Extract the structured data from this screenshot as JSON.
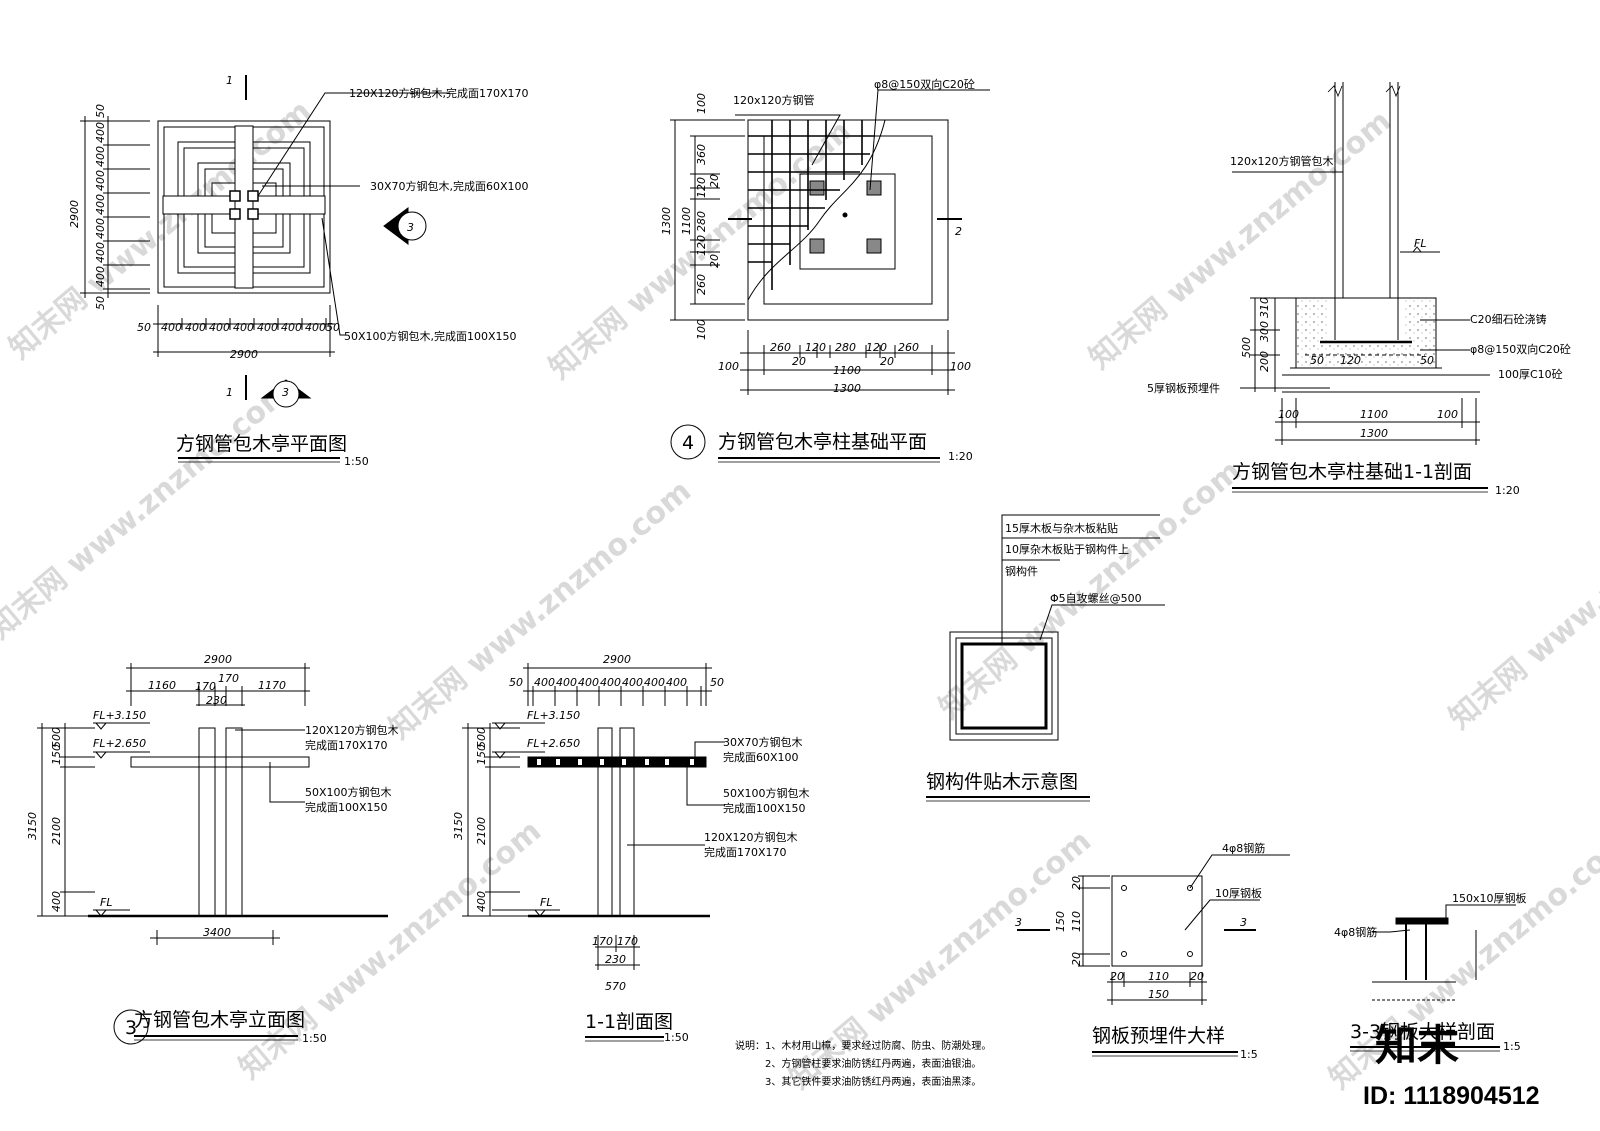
{
  "plan": {
    "title": "方钢管包木亭平面图",
    "scale": "1:50",
    "label_main_post": "120X120方钢包木,完成面170X170",
    "label_purlin": "30X70方钢包木,完成面60X100",
    "label_beam": "50X100方钢包木,完成面100X150",
    "dim_total": "2900",
    "dim_end": "50",
    "dim_unit": "400",
    "section_mark": "1",
    "elev_mark": "3"
  },
  "found_plan": {
    "number": "4",
    "title": "方钢管包木亭柱基础平面",
    "scale": "1:20",
    "label_tube": "120x120方钢管",
    "label_rebar": "φ8@150双向C20砼",
    "mark": "2",
    "dims_h": [
      "100",
      "260",
      "20",
      "120",
      "280",
      "120",
      "20",
      "260",
      "100",
      "1100",
      "1300"
    ],
    "dims_v": [
      "100",
      "360",
      "20",
      "120",
      "280",
      "120",
      "20",
      "260",
      "100",
      "1100",
      "1300"
    ]
  },
  "found_section": {
    "title": "方钢管包木亭柱基础1-1剖面",
    "scale": "1:20",
    "label_post": "120x120方钢管包木",
    "label_fl": "FL",
    "label_c20": "C20细石砼浇铸",
    "label_rebar": "φ8@150双向C20砼",
    "label_c10": "100厚C10砼",
    "label_plate": "5厚钢板预埋件",
    "dims_v": [
      "310",
      "300",
      "500",
      "200"
    ],
    "dims_inner": [
      "50",
      "120",
      "50"
    ],
    "dims_h": [
      "100",
      "1100",
      "100",
      "1300"
    ]
  },
  "wood_detail": {
    "title": "钢构件贴木示意图",
    "notes": [
      "15厚木板与杂木板粘贴",
      "10厚杂木板贴于钢构件上",
      "钢构件",
      "Φ5自攻螺丝@500"
    ]
  },
  "elevation": {
    "number": "3",
    "title": "方钢管包木亭立面图",
    "scale": "1:50",
    "top_dim": "2900",
    "dims": [
      "1160",
      "170",
      "170",
      "1170",
      "230"
    ],
    "levels": [
      "FL+3.150",
      "FL+2.650",
      "FL"
    ],
    "dims_v": [
      "3150",
      "500",
      "150",
      "2100",
      "400"
    ],
    "base_dim": "3400",
    "label_post_a": "120X120方钢包木",
    "label_post_b": "完成面170X170",
    "label_beam_a": "50X100方钢包木",
    "label_beam_b": "完成面100X150"
  },
  "section11": {
    "title": "1-1剖面图",
    "scale": "1:50",
    "top_dim": "2900",
    "dims_top": [
      "50",
      "400",
      "50"
    ],
    "levels": [
      "FL+3.150",
      "FL+2.650",
      "FL"
    ],
    "dims_v": [
      "3150",
      "500",
      "150",
      "2100",
      "400"
    ],
    "bottom_dims": [
      "170",
      "170",
      "230",
      "570"
    ],
    "label_a1": "30X70方钢包木",
    "label_a2": "完成面60X100",
    "label_b1": "50X100方钢包木",
    "label_b2": "完成面100X150",
    "label_c1": "120X120方钢包木",
    "label_c2": "完成面170X170"
  },
  "plate_detail": {
    "title": "钢板预埋件大样",
    "scale": "1:5",
    "label_rebar": "4φ8钢筋",
    "label_plate": "10厚钢板",
    "mark": "3",
    "dims": [
      "20",
      "110",
      "20",
      "150"
    ]
  },
  "plate_section": {
    "title": "3-3钢板大样剖面",
    "scale": "1:5",
    "label_plate": "150x10厚钢板",
    "label_rebar": "4φ8钢筋"
  },
  "notes": [
    "说明：1、木材用山樟，要求经过防腐、防虫、防潮处理。",
    "2、方钢管柱要求油防锈红丹两遍，表面油银油。",
    "3、其它铁件要求油防锈红丹两遍，表面油黑漆。"
  ],
  "watermark": "知末网 www.znzmo.com",
  "logo_text": "知末",
  "id_label": "ID: 1118904512"
}
